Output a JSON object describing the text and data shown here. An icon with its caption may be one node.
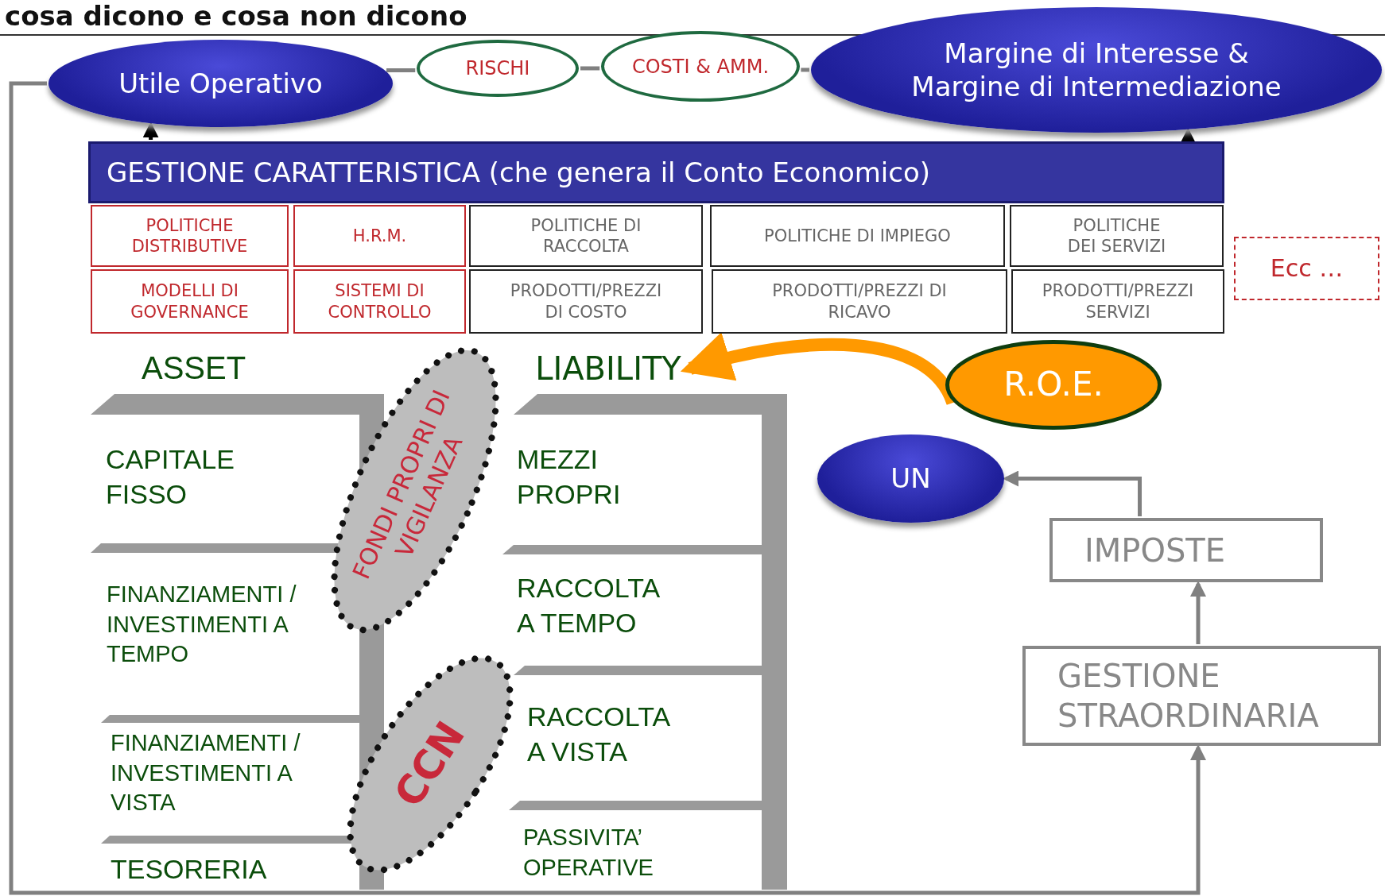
{
  "diagram": {
    "title": "cosa dicono e cosa non dicono",
    "nodes": [
      {
        "text": [
          "Utile Operativo"
        ]
      },
      {
        "text": [
          "RISCHI"
        ]
      },
      {
        "text": [
          "COSTI & AMM."
        ]
      },
      {
        "text": [
          "Margine di Interesse & Margine di Intermediazione"
        ]
      },
      {
        "text": [
          "GESTIONE CARATTERISTICA (che genera il Conto Economico)"
        ]
      },
      {
        "text": [
          "POLITICHE DISTRIBUTIVE"
        ]
      },
      {
        "text": [
          "H.R.M."
        ]
      },
      {
        "text": [
          "POLITICHE DI RACCOLTA"
        ]
      },
      {
        "text": [
          "POLITICHE DI IMPIEGO"
        ]
      },
      {
        "text": [
          "POLITICHE DEI SERVIZI"
        ]
      },
      {
        "text": [
          "MODELLI DI GOVERNANCE"
        ]
      },
      {
        "text": [
          "SISTEMI DI CONTROLLO"
        ]
      },
      {
        "text": [
          "PRODOTTI/PREZZI DI COSTO"
        ]
      },
      {
        "text": [
          "PRODOTTI/PREZZI DI RICAVO"
        ]
      },
      {
        "text": [
          "PRODOTTI/PREZZI SERVIZI"
        ]
      },
      {
        "text": [
          "Ecc …"
        ]
      },
      {
        "text": [
          "FONDI PROPRI DI VIGILANZA"
        ]
      },
      {
        "text": [
          "LIABILITY"
        ]
      },
      {
        "text": [
          "R.O.E."
        ]
      },
      {
        "text": [
          "UN"
        ]
      },
      {
        "text": [
          "IMPOSTE"
        ]
      },
      {
        "text": [
          "CCN"
        ]
      },
      {
        "text": [
          "GESTIONE STRAORDINARIA"
        ]
      }
    ],
    "edges": [
      {
        "from": 0,
        "to": 1,
        "arrow": "none"
      },
      {
        "from": 1,
        "to": 2,
        "arrow": "none"
      },
      {
        "from": 2,
        "to": 3,
        "arrow": "none"
      },
      {
        "from": 4,
        "to": 0,
        "arrow": "to",
        "color": "#000000"
      },
      {
        "from": 4,
        "to": 3,
        "arrow": "to",
        "color": "#000000"
      },
      {
        "from": 18,
        "to": 17,
        "arrow": "to",
        "style": "thick",
        "color": "#ff9900"
      },
      {
        "from": 20,
        "to": 19,
        "arrow": "to"
      },
      {
        "from": 22,
        "to": 20,
        "arrow": "to"
      },
      {
        "from": 0,
        "to": 22,
        "arrow": "to"
      }
    ],
    "labels": [
      "ASSET",
      "CAPITALE FISSO",
      "MEZZI PROPRI",
      "FINANZIAMENTI / INVESTIMENTI A TEMPO",
      "RACCOLTA A TEMPO",
      "FINANZIAMENTI / INVESTIMENTI A VISTA",
      "RACCOLTA A VISTA",
      "TESORERIA",
      "PASSIVITA’ OPERATIVE"
    ]
  }
}
